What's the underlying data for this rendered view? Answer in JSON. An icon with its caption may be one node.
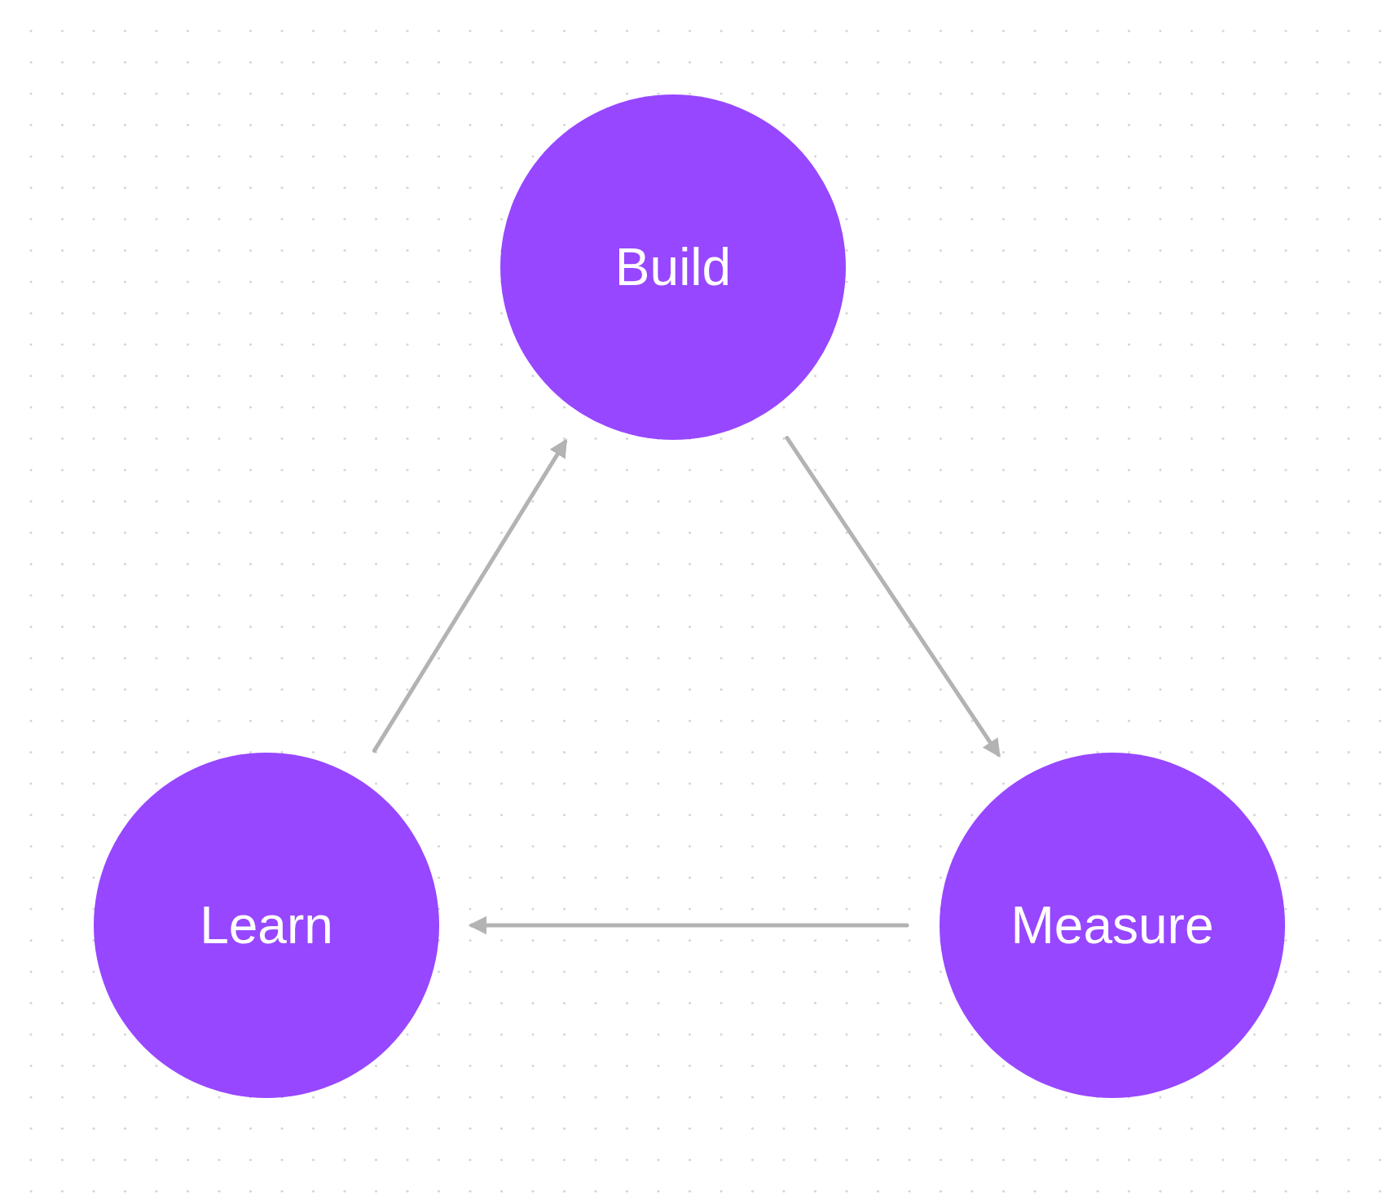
{
  "diagram": {
    "nodes": [
      {
        "text": [
          "Build"
        ]
      },
      {
        "text": [
          "Measure"
        ]
      },
      {
        "text": [
          "Learn"
        ]
      }
    ],
    "edges": [
      {
        "from": 0,
        "to": 1,
        "arrow": "to"
      },
      {
        "from": 1,
        "to": 2,
        "arrow": "to"
      },
      {
        "from": 2,
        "to": 0,
        "arrow": "to"
      }
    ]
  }
}
